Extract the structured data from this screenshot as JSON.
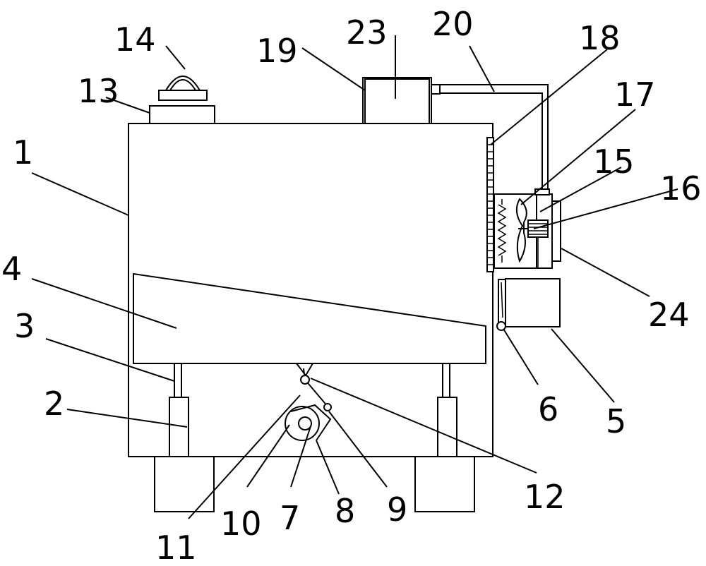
{
  "figure": {
    "labels": {
      "l1": "1",
      "l2": "2",
      "l3": "3",
      "l4": "4",
      "l5": "5",
      "l6": "6",
      "l7": "7",
      "l8": "8",
      "l9": "9",
      "l10": "10",
      "l11": "11",
      "l12": "12",
      "l13": "13",
      "l14": "14",
      "l15": "15",
      "l16": "16",
      "l17": "17",
      "l18": "18",
      "l19": "19",
      "l20": "20",
      "l23": "23",
      "l24": "24"
    }
  }
}
